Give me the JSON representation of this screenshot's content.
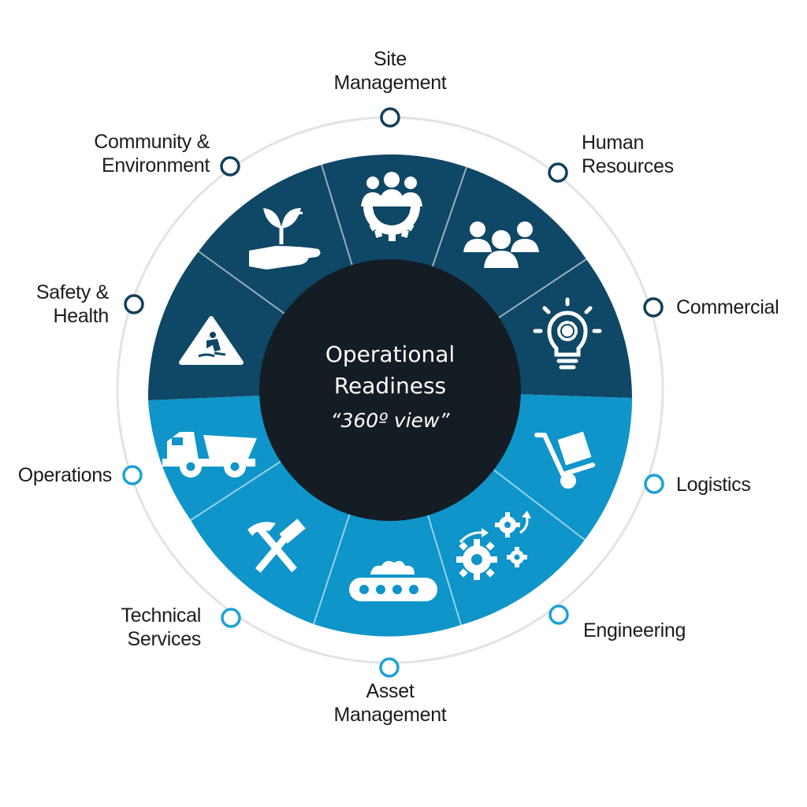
{
  "colors": {
    "dark_segment": "#0f4766",
    "light_segment": "#0f95c9",
    "center": "#141c24",
    "ring": "#e3e3e3",
    "dot_dark": "#12405b",
    "dot_light": "#1da1d6",
    "text": "#1c1c1c",
    "icon": "#ffffff"
  },
  "center": {
    "title_line1": "Operational",
    "title_line2": "Readiness",
    "subtitle": "“360º view”"
  },
  "segments": [
    {
      "icon": "team-gear-icon",
      "tone": "dark"
    },
    {
      "icon": "people-group-icon",
      "tone": "dark"
    },
    {
      "icon": "lightbulb-gear-icon",
      "tone": "dark"
    },
    {
      "icon": "hand-truck-icon",
      "tone": "light"
    },
    {
      "icon": "gears-icon",
      "tone": "light"
    },
    {
      "icon": "conveyor-icon",
      "tone": "light"
    },
    {
      "icon": "hammer-pick-icon",
      "tone": "light"
    },
    {
      "icon": "dump-truck-icon",
      "tone": "light"
    },
    {
      "icon": "slip-warning-icon",
      "tone": "dark"
    },
    {
      "icon": "plant-hand-icon",
      "tone": "dark"
    }
  ],
  "labels": {
    "site_management": [
      "Site",
      "Management"
    ],
    "human_resources": [
      "Human",
      "Resources"
    ],
    "commercial": [
      "Commercial"
    ],
    "logistics": [
      "Logistics"
    ],
    "engineering": [
      "Engineering"
    ],
    "asset_management": [
      "Asset",
      "Management"
    ],
    "technical_services": [
      "Technical",
      "Services"
    ],
    "operations": [
      "Operations"
    ],
    "safety_health": [
      "Safety &",
      "Health"
    ],
    "community_environment": [
      "Community &",
      "Environment"
    ]
  }
}
